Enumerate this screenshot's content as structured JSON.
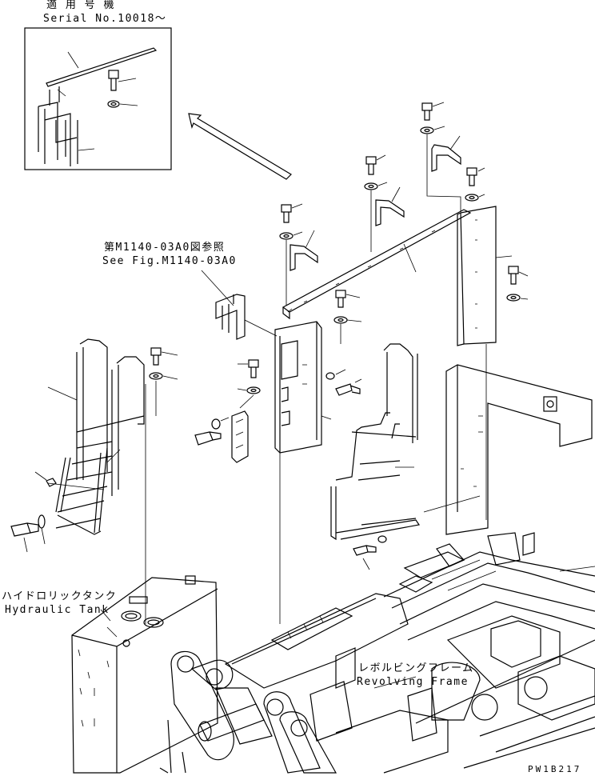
{
  "inset": {
    "applicable_label": "適 用 号 機",
    "serial_label": "Serial No.10018～"
  },
  "reference": {
    "jp": "第M1140-03A0図参照",
    "en": "See Fig.M1140-03A0"
  },
  "hydraulic_tank": {
    "jp": "ハイドロリックタンク",
    "en": "Hydraulic Tank"
  },
  "revolving_frame": {
    "jp": "レボルビングフレーム",
    "en": "Revolving Frame"
  },
  "drawing_code": "PW1B217"
}
